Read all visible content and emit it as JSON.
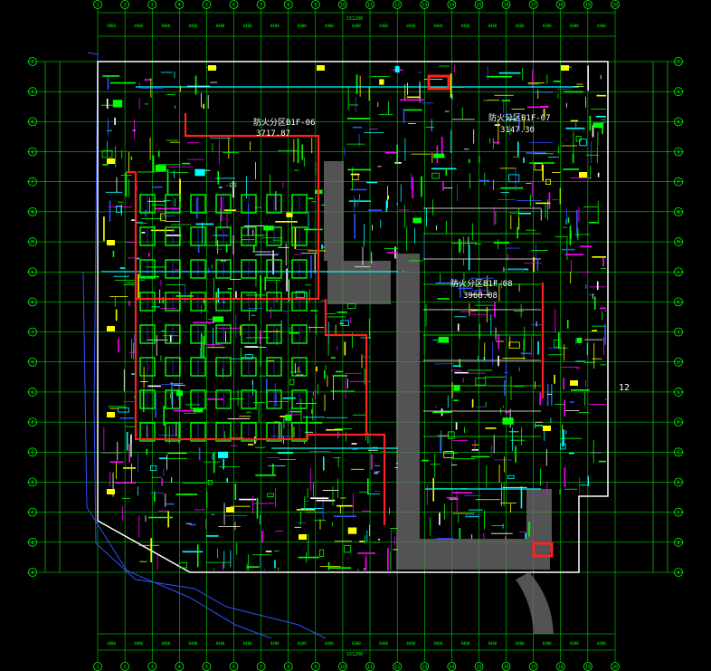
{
  "drawing": {
    "zone_labels": [
      {
        "title": "防火分区B1F-06",
        "area": "3717.87"
      },
      {
        "title": "防火分区B1F-07",
        "area": "3147.30"
      },
      {
        "title": "防火分区B1F-08",
        "area": "3968.08"
      }
    ],
    "column_axes": [
      "1",
      "2",
      "3",
      "4",
      "5",
      "6",
      "7",
      "8",
      "9",
      "10",
      "11",
      "12",
      "13",
      "14",
      "15",
      "16",
      "17",
      "18",
      "19",
      "20"
    ],
    "row_axes": [
      "A",
      "B",
      "C",
      "D",
      "E",
      "F",
      "G",
      "H",
      "J",
      "K",
      "L",
      "M",
      "N",
      "P",
      "Q",
      "R",
      "S",
      "T"
    ],
    "dimensions_top": [
      "4800",
      "8400",
      "8400",
      "8400",
      "8400",
      "8400",
      "8400",
      "8400",
      "8400",
      "8400",
      "8400",
      "8400",
      "8400",
      "8400",
      "8400",
      "8400",
      "8400",
      "8400",
      "8400",
      "8400"
    ],
    "total_dim_label": "151200",
    "side_callout": "12",
    "colors": {
      "axis": "#00ff00",
      "wall": "#ffffff",
      "duct_green": "#00ff00",
      "duct_cyan": "#00ffff",
      "duct_blue": "#3050ff",
      "fire_red": "#ff2020",
      "magenta": "#ff00ff",
      "yellow": "#ffff00",
      "ramp_grey": "#7f7f7f"
    }
  }
}
